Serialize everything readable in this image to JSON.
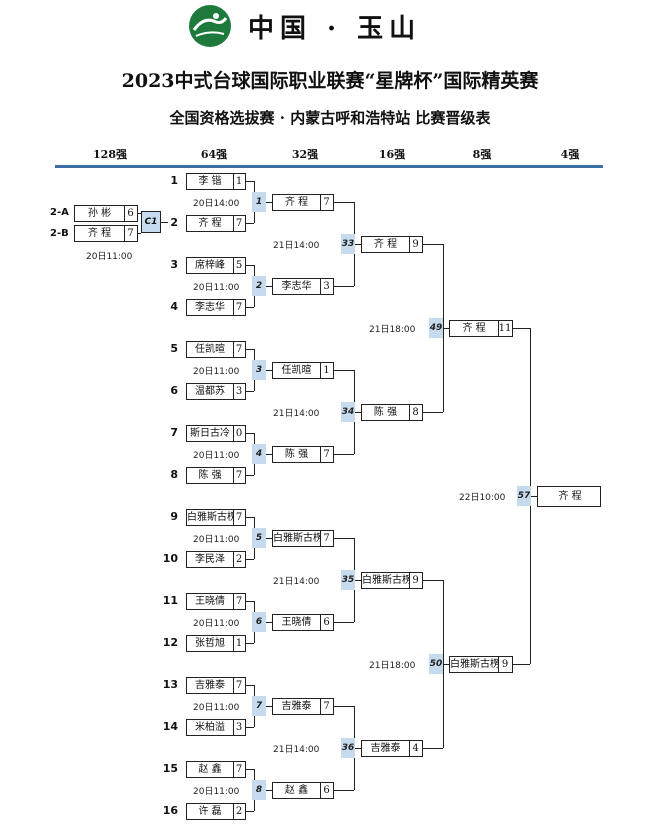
{
  "header": {
    "logo_text": "中国 · 玉山",
    "title": "2023中式台球国际职业联赛“星牌杯”国际精英赛",
    "subtitle": "全国资格选拔赛 · 内蒙古呼和浩特站  比赛晋级表"
  },
  "columns": [
    "128强",
    "64强",
    "32强",
    "16强",
    "8强",
    "4强"
  ],
  "prelim": {
    "a_label": "2-A",
    "a_name": "孙  彬",
    "a_score": "6",
    "b_label": "2-B",
    "b_name": "齐  程",
    "b_score": "7",
    "match": "C1",
    "time": "20日11:00"
  },
  "r64": [
    {
      "seed": "1",
      "name": "李  锴",
      "score": "1"
    },
    {
      "seed": "2",
      "name": "齐  程",
      "score": "7"
    },
    {
      "seed": "3",
      "name": "席梓峰",
      "score": "5"
    },
    {
      "seed": "4",
      "name": "李志华",
      "score": "7"
    },
    {
      "seed": "5",
      "name": "任凯暄",
      "score": "7"
    },
    {
      "seed": "6",
      "name": "温都苏",
      "score": "3"
    },
    {
      "seed": "7",
      "name": "斯日古冷",
      "score": "0"
    },
    {
      "seed": "8",
      "name": "陈  强",
      "score": "7"
    },
    {
      "seed": "9",
      "name": "白雅斯古楞",
      "score": "7"
    },
    {
      "seed": "10",
      "name": "李民泽",
      "score": "2"
    },
    {
      "seed": "11",
      "name": "王晓倩",
      "score": "7"
    },
    {
      "seed": "12",
      "name": "张哲旭",
      "score": "1"
    },
    {
      "seed": "13",
      "name": "吉雅泰",
      "score": "7"
    },
    {
      "seed": "14",
      "name": "米柏溢",
      "score": "3"
    },
    {
      "seed": "15",
      "name": "赵  鑫",
      "score": "7"
    },
    {
      "seed": "16",
      "name": "许  磊",
      "score": "2"
    }
  ],
  "r64_matches": [
    {
      "num": "1",
      "time": "20日14:00"
    },
    {
      "num": "2",
      "time": "20日11:00"
    },
    {
      "num": "3",
      "time": "20日11:00"
    },
    {
      "num": "4",
      "time": "20日11:00"
    },
    {
      "num": "5",
      "time": "20日11:00"
    },
    {
      "num": "6",
      "time": "20日11:00"
    },
    {
      "num": "7",
      "time": "20日11:00"
    },
    {
      "num": "8",
      "time": "20日11:00"
    }
  ],
  "r32": [
    {
      "name": "齐  程",
      "score": "7"
    },
    {
      "name": "李志华",
      "score": "3"
    },
    {
      "name": "任凯暄",
      "score": "1"
    },
    {
      "name": "陈  强",
      "score": "7"
    },
    {
      "name": "白雅斯古楞",
      "score": "7"
    },
    {
      "name": "王晓倩",
      "score": "6"
    },
    {
      "name": "吉雅泰",
      "score": "7"
    },
    {
      "name": "赵  鑫",
      "score": "6"
    }
  ],
  "r32_matches": [
    {
      "num": "33",
      "time": "21日14:00"
    },
    {
      "num": "34",
      "time": "21日14:00"
    },
    {
      "num": "35",
      "time": "21日14:00"
    },
    {
      "num": "36",
      "time": "21日14:00"
    }
  ],
  "r16": [
    {
      "name": "齐  程",
      "score": "9"
    },
    {
      "name": "陈  强",
      "score": "8"
    },
    {
      "name": "白雅斯古楞",
      "score": "9"
    },
    {
      "name": "吉雅泰",
      "score": "4"
    }
  ],
  "r16_matches": [
    {
      "num": "49",
      "time": "21日18:00"
    },
    {
      "num": "50",
      "time": "21日18:00"
    }
  ],
  "r8": [
    {
      "name": "齐  程",
      "score": "11"
    },
    {
      "name": "白雅斯古楞",
      "score": "9"
    }
  ],
  "r8_match": {
    "num": "57",
    "time": "22日10:00"
  },
  "r4": {
    "name": "齐  程"
  },
  "colors": {
    "rule": "#3b6ea5",
    "match_bg": "#c7dbef",
    "logo_green": "#1e7a3c"
  }
}
